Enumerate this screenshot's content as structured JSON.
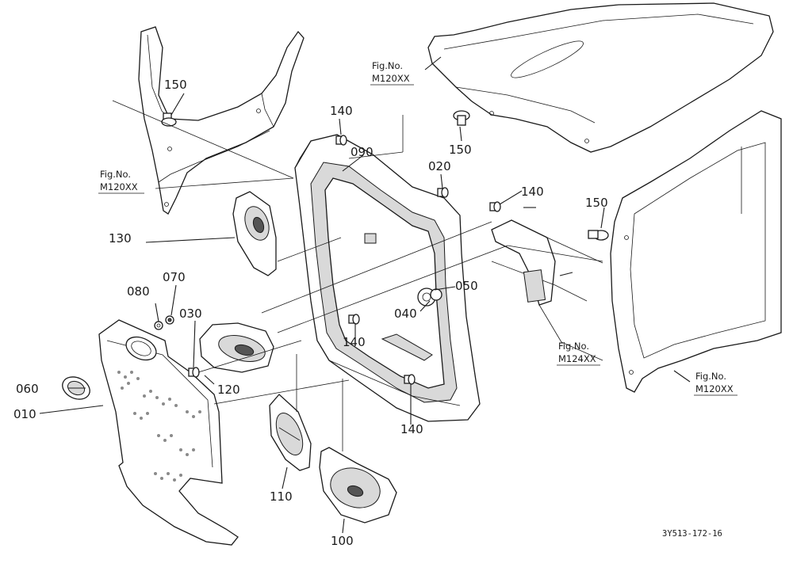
{
  "diagram": {
    "parts": {
      "p010": "010",
      "p020": "020",
      "p030": "030",
      "p040": "040",
      "p050": "050",
      "p060": "060",
      "p070": "070",
      "p080": "080",
      "p090": "090",
      "p100": "100",
      "p110": "110",
      "p120": "120",
      "p130": "130",
      "p140": "140",
      "p150": "150"
    },
    "fig_refs": {
      "label": "Fig.No.",
      "m120": "M120XX",
      "m124": "M124XX"
    },
    "drawing_code": "3Y513-172-16"
  }
}
